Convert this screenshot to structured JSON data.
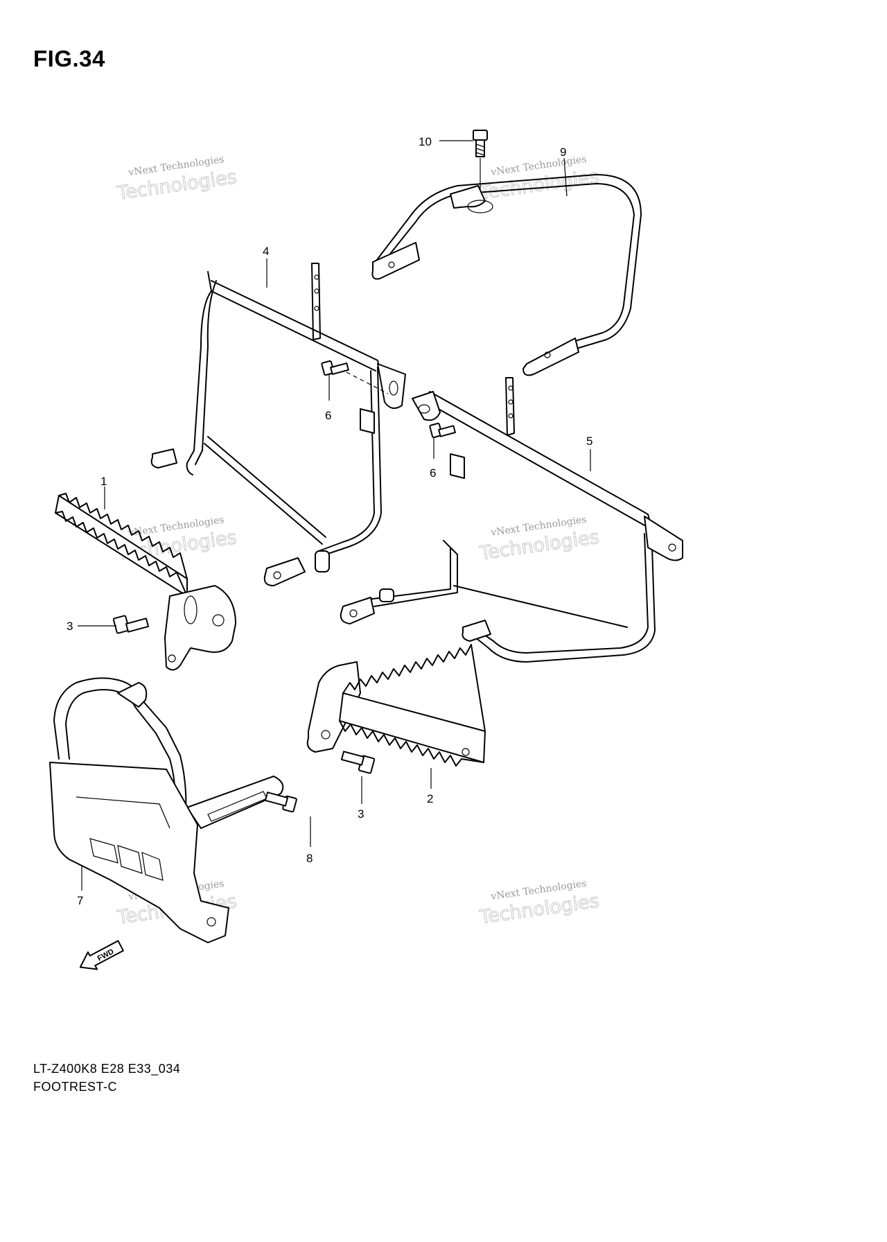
{
  "figure": {
    "title": "FIG.34"
  },
  "callouts": [
    "1",
    "2",
    "3",
    "3",
    "4",
    "5",
    "6",
    "6",
    "7",
    "8",
    "9",
    "10"
  ],
  "watermark": {
    "line1": "vNext Technologies",
    "line2": "Technologies"
  },
  "fwd_label": "FWD",
  "footer": {
    "model_code": "LT-Z400K8 E28 E33_034",
    "section_name": "FOOTREST-C"
  }
}
